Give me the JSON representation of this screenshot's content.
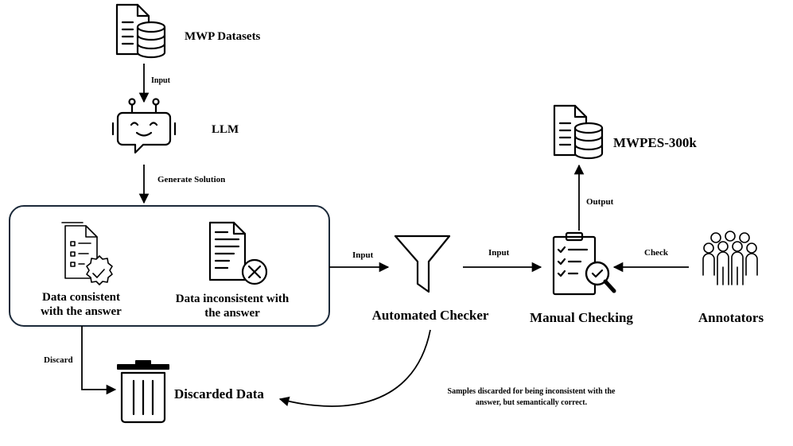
{
  "nodes": {
    "mwp_datasets": "MWP Datasets",
    "llm": "LLM",
    "consistent_line1": "Data consistent",
    "consistent_line2": "with the answer",
    "inconsistent_line1": "Data inconsistent with",
    "inconsistent_line2": "the answer",
    "automated_checker": "Automated Checker",
    "manual_checking": "Manual Checking",
    "annotators": "Annotators",
    "mwpes": "MWPES-300k",
    "discarded": "Discarded Data"
  },
  "edges": {
    "input_top": "Input",
    "generate_solution": "Generate Solution",
    "input_to_checker": "Input",
    "input_to_manual": "Input",
    "output": "Output",
    "check": "Check",
    "discard": "Discard"
  },
  "note": {
    "line1": "Samples discarded for being inconsistent with the",
    "line2": "answer, but semantically correct."
  },
  "icons": [
    "document-database-icon",
    "robot-chat-icon",
    "checklist-badge-icon",
    "document-reject-icon",
    "funnel-icon",
    "checklist-magnifier-icon",
    "people-group-icon",
    "trash-bin-icon"
  ]
}
